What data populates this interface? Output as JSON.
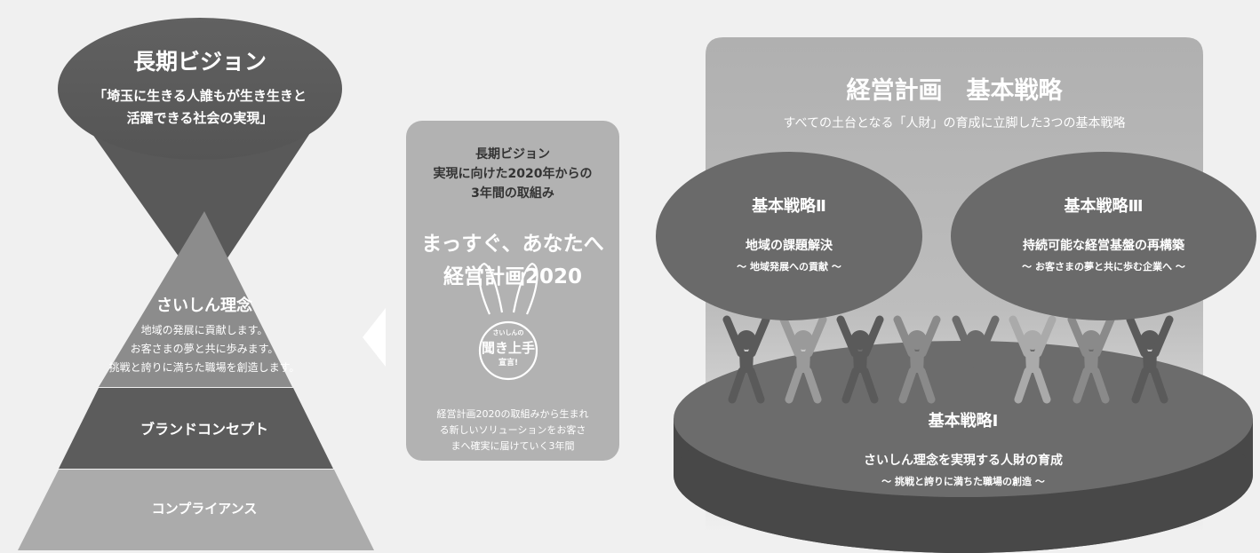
{
  "vision": {
    "title": "長期ビジョン",
    "line1": "「埼玉に生きる人誰もが生き生きと",
    "line2": "活躍できる社会の実現」"
  },
  "philosophy": {
    "title": "さいしん理念",
    "line1": "地域の発展に貢献します。",
    "line2": "お客さまの夢と共に歩みます。",
    "line3": "挑戦と誇りに満ちた職場を創造します。"
  },
  "brand": {
    "label": "ブランドコンセプト"
  },
  "compliance": {
    "label": "コンプライアンス"
  },
  "plan_card": {
    "head1": "長期ビジョン",
    "head2": "実現に向けた2020年からの",
    "head3": "3年間の取組み",
    "slogan1": "まっすぐ、あなたへ",
    "slogan2": "経営計画2020",
    "logo_small": "さいしんの",
    "logo_main": "聞き上手",
    "logo_sub": "宣言!",
    "desc1": "経営計画2020の取組みから生まれ",
    "desc2": "る新しいソリューションをお客さ",
    "desc3": "まへ確実に届けていく3年間"
  },
  "strategy": {
    "title": "経営計画　基本戦略",
    "subtitle": "すべての土台となる「人財」の育成に立脚した3つの基本戦略",
    "s2": {
      "title": "基本戦略Ⅱ",
      "main": "地域の課題解決",
      "sub": "～ 地域発展への貢献 ～"
    },
    "s3": {
      "title": "基本戦略Ⅲ",
      "main": "持続可能な経営基盤の再構築",
      "sub": "～ お客さまの夢と共に歩む企業へ ～"
    },
    "s1": {
      "title": "基本戦略Ⅰ",
      "main": "さいしん理念を実現する人財の育成",
      "sub": "～ 挑戦と誇りに満ちた職場の創造 ～"
    }
  },
  "colors": {
    "dark": "#5c5c5c",
    "mid": "#7a7a7a",
    "light": "#8e8e8e",
    "pale": "#a8a8a8",
    "panel": "#b4b4b4"
  },
  "icons": [
    "rabbit-logo-icon",
    "left-arrow-icon",
    "person-icon"
  ]
}
